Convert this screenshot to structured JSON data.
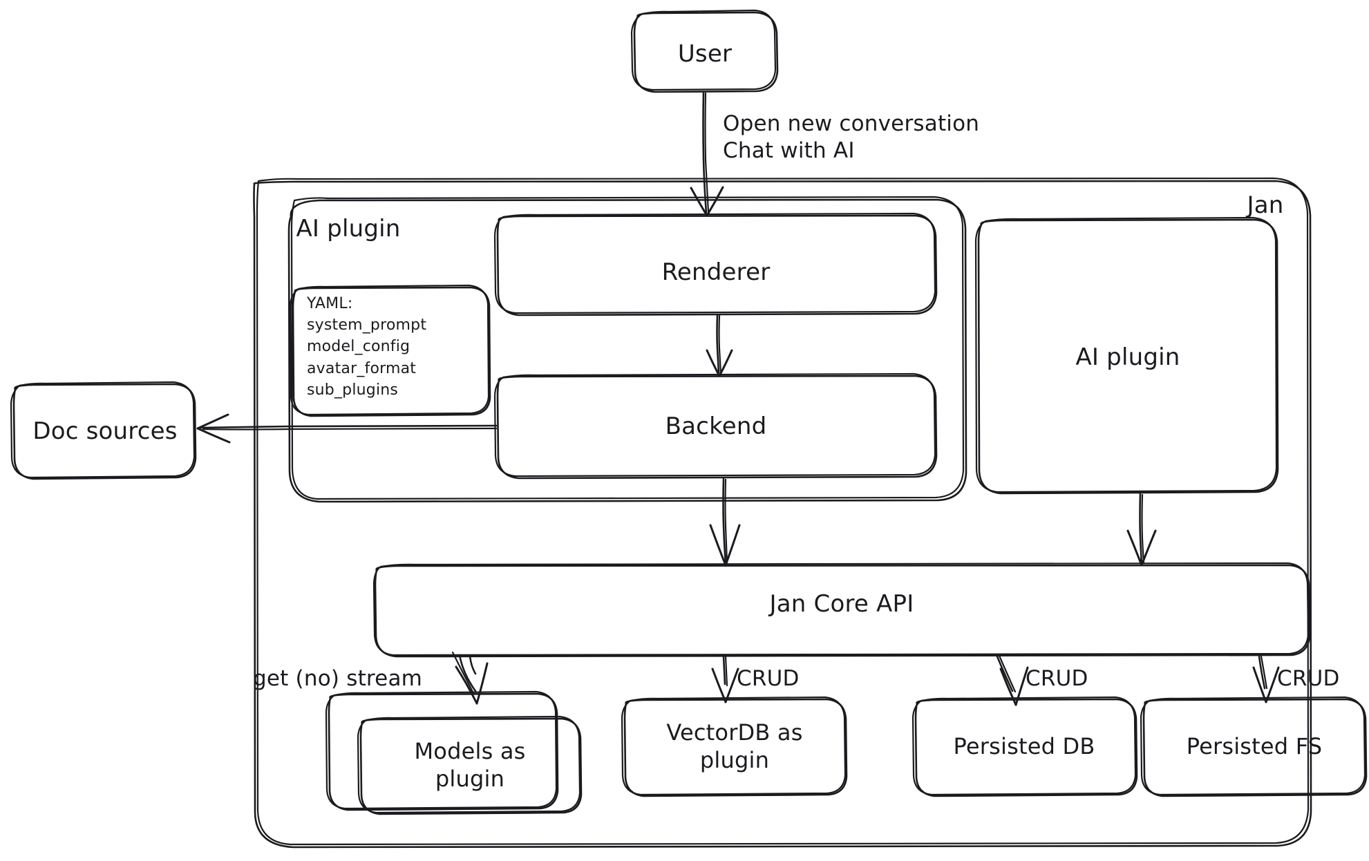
{
  "diagram": {
    "title": "Jan architecture diagram",
    "style": "hand-drawn sketch",
    "stroke_color": "#1b1b1f",
    "background_color": "#ffffff"
  },
  "groups": {
    "jan": {
      "label": "Jan"
    },
    "ai_plugin_group": {
      "label": "AI plugin"
    }
  },
  "nodes": {
    "user": {
      "label": "User"
    },
    "renderer": {
      "label": "Renderer"
    },
    "backend": {
      "label": "Backend"
    },
    "ai_plugin_box": {
      "label": "AI plugin"
    },
    "doc_sources": {
      "label": "Doc sources"
    },
    "jan_core_api": {
      "label": "Jan Core API"
    },
    "models_plugin": {
      "label": "Models as\nplugin"
    },
    "vectordb_plugin": {
      "label": "VectorDB as\nplugin"
    },
    "persisted_db": {
      "label": "Persisted DB"
    },
    "persisted_fs": {
      "label": "Persisted FS"
    }
  },
  "yaml_note": {
    "heading": "YAML:",
    "keys": [
      "system_prompt",
      "model_config",
      "avatar_format",
      "sub_plugins"
    ],
    "text": "YAML:\nsystem_prompt\nmodel_config\navatar_format\nsub_plugins"
  },
  "edge_labels": {
    "user_to_renderer": "Open new conversation\nChat with AI",
    "core_to_models": "get (no) stream",
    "core_to_vectordb": "CRUD",
    "core_to_persisted_db": "CRUD",
    "core_to_persisted_fs": "CRUD"
  },
  "edges": [
    {
      "from": "user",
      "to": "renderer",
      "label": "Open new conversation\nChat with AI"
    },
    {
      "from": "renderer",
      "to": "backend",
      "label": ""
    },
    {
      "from": "backend",
      "to": "doc_sources",
      "label": ""
    },
    {
      "from": "backend",
      "to": "jan_core_api",
      "label": ""
    },
    {
      "from": "ai_plugin_box",
      "to": "jan_core_api",
      "label": ""
    },
    {
      "from": "jan_core_api",
      "to": "models_plugin",
      "label": "get (no) stream"
    },
    {
      "from": "jan_core_api",
      "to": "vectordb_plugin",
      "label": "CRUD"
    },
    {
      "from": "jan_core_api",
      "to": "persisted_db",
      "label": "CRUD"
    },
    {
      "from": "jan_core_api",
      "to": "persisted_fs",
      "label": "CRUD"
    }
  ]
}
